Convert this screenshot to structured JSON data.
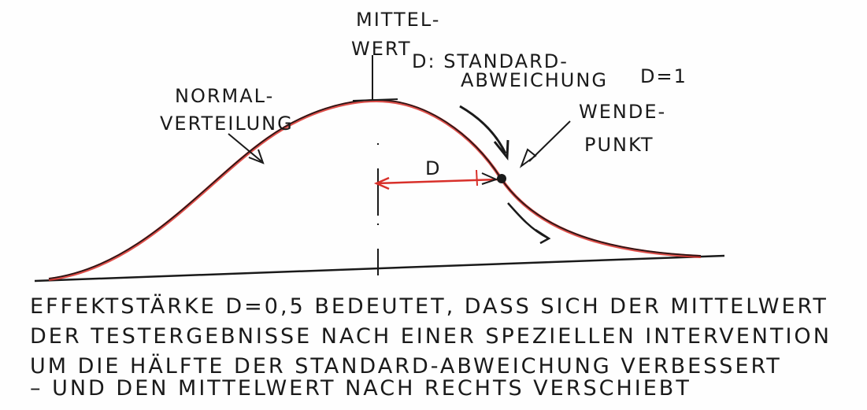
{
  "labels": {
    "mean_line1": "MITTEL-",
    "mean_line2": "WERT",
    "sd_line1": "D: STANDARD-",
    "sd_line2": "ABWEICHUNG",
    "sd_value": "D=1",
    "normal_line1": "NORMAL-",
    "normal_line2": "VERTEILUNG",
    "inflection_line1": "WENDE-",
    "inflection_line2": "PUNKT",
    "sd_arrow": "D"
  },
  "caption": [
    "EFFEKTSTÄRKE D=0,5 BEDEUTET, DASS SICH DER MITTELWERT",
    "DER TESTERGEBNISSE NACH EINER SPEZIELLEN INTERVENTION",
    "UM DIE HÄLFTE DER STANDARD-ABWEICHUNG VERBESSERT",
    "– UND DEN MITTELWERT NACH RECHTS VERSCHIEBT"
  ],
  "colors": {
    "curve": "#d8302a",
    "ink": "#1a1a1a"
  }
}
